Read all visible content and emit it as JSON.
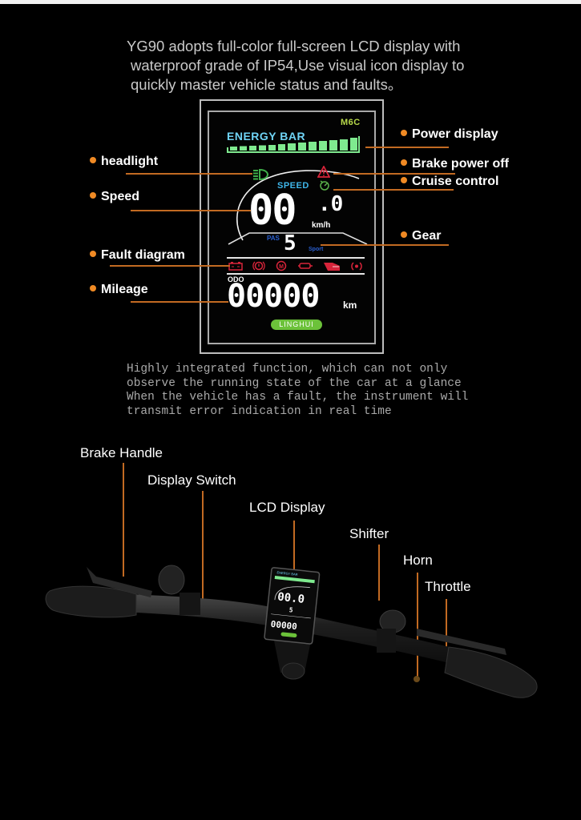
{
  "header": {
    "intro_lines": [
      "YG90 adopts full-color full-screen LCD display with",
      "waterproof grade of IP54,Use visual icon display to",
      "quickly master vehicle status and faults。"
    ]
  },
  "lcd": {
    "model": "M6C",
    "energy_label": "ENERGY BAR",
    "energy_segments": 13,
    "speed_label": "SPEED",
    "speed_value": "00",
    "speed_decimal": ".0",
    "speed_unit": "km/h",
    "pas_label": "PAS",
    "gear_value": "5",
    "mode_label": "Sport",
    "odo_label": "ODO",
    "odo_value": "00000",
    "odo_unit": "km",
    "brand": "LINGHUI",
    "icons": {
      "headlight": "headlight-icon",
      "brake": "warning-triangle-icon",
      "cruise": "cruise-control-icon"
    },
    "fault_icons": [
      "battery-icon",
      "brake-fault-icon",
      "motor-icon",
      "throttle-fault-icon",
      "controller-icon",
      "sensor-icon"
    ],
    "colors": {
      "energy_green": "#7fea8f",
      "energy_label": "#6fd3f5",
      "speed_label": "#3fb6ea",
      "pas_blue": "#2a5fd0",
      "fault_red": "#d8243a",
      "headlight_green": "#3fae4a",
      "brand_green": "#6cc23a",
      "model_yellow": "#b7d94a"
    }
  },
  "callouts": {
    "left": [
      {
        "label": "headlight"
      },
      {
        "label": "Speed"
      },
      {
        "label": "Fault diagram"
      },
      {
        "label": "Mileage"
      }
    ],
    "right": [
      {
        "label": "Power display"
      },
      {
        "label": "Brake power off"
      },
      {
        "label": "Cruise control"
      },
      {
        "label": "Gear"
      }
    ],
    "accent_color": "#f08a24"
  },
  "description_lines": [
    "Highly integrated function, which can not only",
    "observe the running state of the car at a glance",
    "When the vehicle has a fault, the instrument will",
    "transmit error indication in real time"
  ],
  "parts": [
    {
      "label": "Brake Handle"
    },
    {
      "label": "Display Switch"
    },
    {
      "label": "LCD Display"
    },
    {
      "label": "Shifter"
    },
    {
      "label": "Horn"
    },
    {
      "label": "Throttle"
    }
  ]
}
